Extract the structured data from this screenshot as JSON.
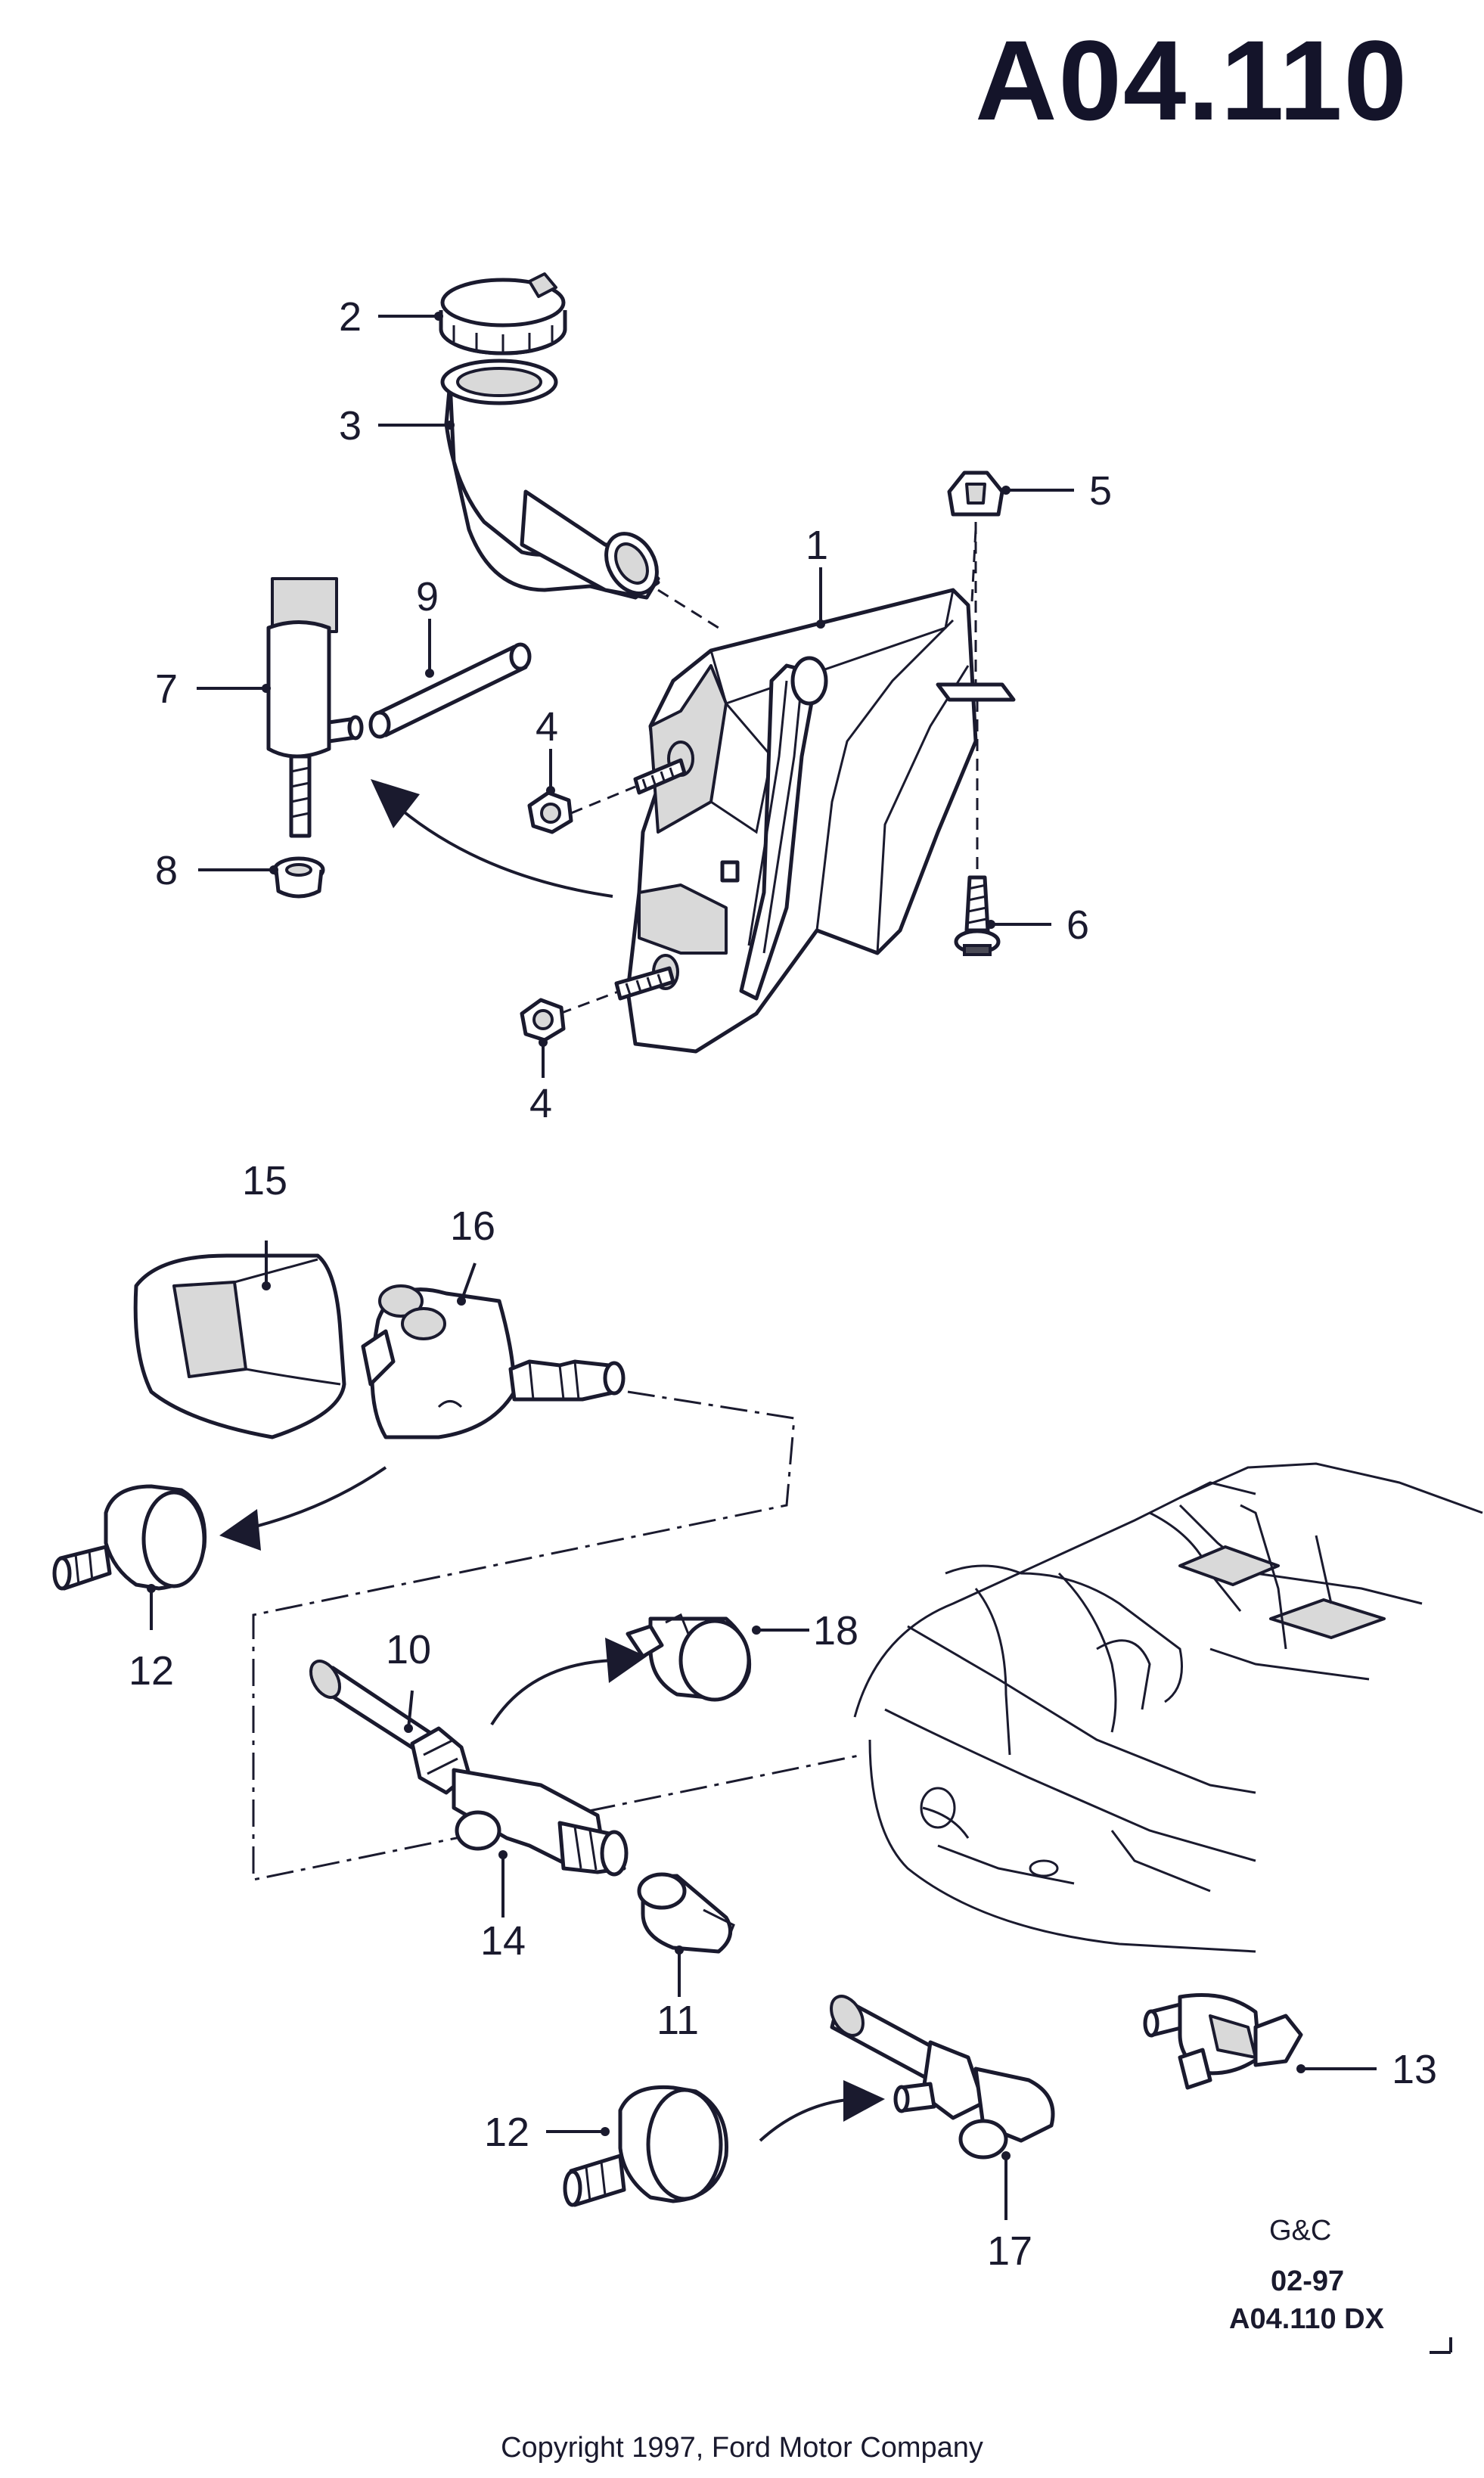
{
  "title": "A04.110",
  "callouts": {
    "c1": "1",
    "c2": "2",
    "c3": "3",
    "c4a": "4",
    "c4b": "4",
    "c5": "5",
    "c6": "6",
    "c7": "7",
    "c8": "8",
    "c9": "9",
    "c10": "10",
    "c11": "11",
    "c12a": "12",
    "c12b": "12",
    "c13": "13",
    "c14": "14",
    "c15": "15",
    "c16": "16",
    "c17": "17",
    "c18": "18"
  },
  "footer": {
    "publisher_mark": "G&C",
    "date_code": "02-97",
    "ref_code": "A04.110 DX",
    "copyright": "Copyright 1997, Ford Motor Company"
  }
}
